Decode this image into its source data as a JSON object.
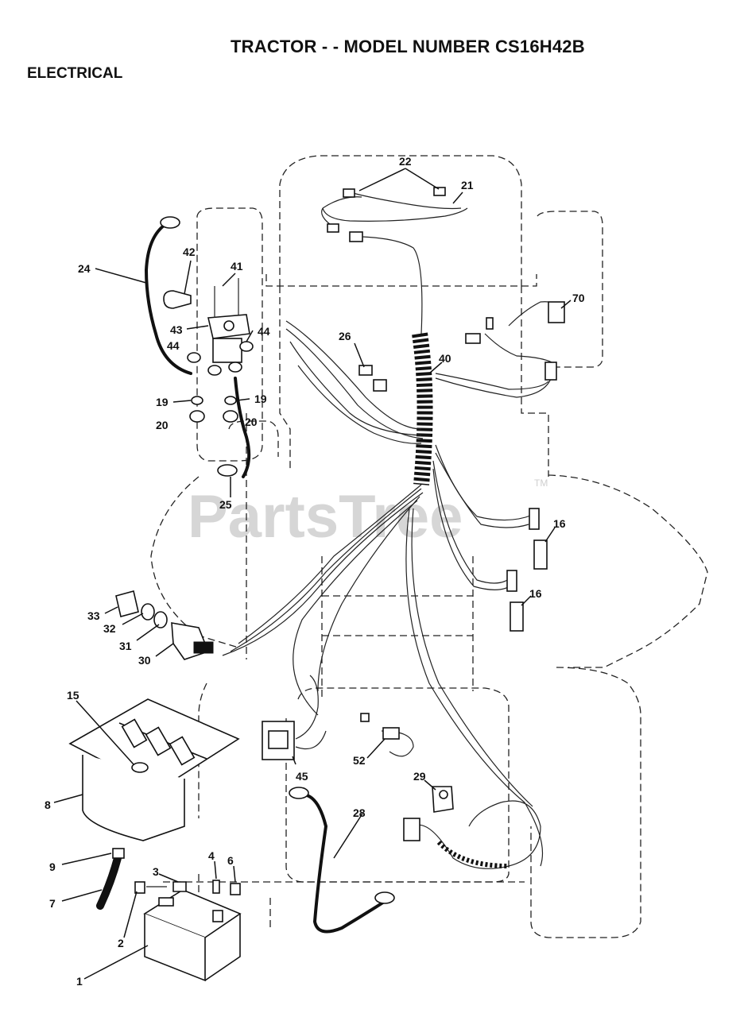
{
  "header": {
    "title": "TRACTOR - - MODEL NUMBER CS16H42B",
    "section": "ELECTRICAL"
  },
  "watermark": {
    "text": "PartsTree",
    "tm": "TM"
  },
  "callouts": {
    "c1": "1",
    "c2": "2",
    "c3": "3",
    "c4": "4",
    "c6": "6",
    "c7": "7",
    "c8": "8",
    "c9": "9",
    "c15": "15",
    "c16a": "16",
    "c16b": "16",
    "c19a": "19",
    "c19b": "19",
    "c20a": "20",
    "c20b": "20",
    "c21": "21",
    "c22": "22",
    "c24": "24",
    "c25": "25",
    "c26": "26",
    "c28": "28",
    "c29": "29",
    "c30": "30",
    "c31": "31",
    "c32": "32",
    "c33": "33",
    "c40": "40",
    "c41": "41",
    "c42": "42",
    "c43": "43",
    "c44a": "44",
    "c44b": "44",
    "c45": "45",
    "c52": "52",
    "c70": "70"
  }
}
